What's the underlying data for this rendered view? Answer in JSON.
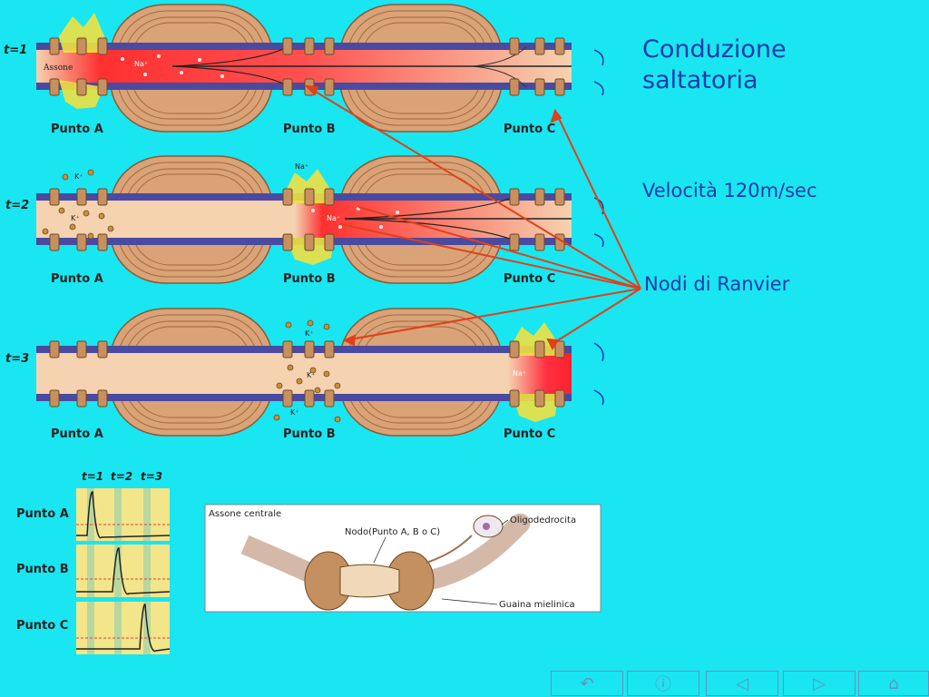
{
  "slide": {
    "title_line1": "Conduzione",
    "title_line2": "saltatoria",
    "velocity": "Velocità 120m/sec",
    "nodes_label": "Nodi di Ranvier"
  },
  "panels": [
    {
      "time": "t=1",
      "labels": [
        "Punto A",
        "Punto B",
        "Punto C"
      ],
      "axon_label": "Assone",
      "ion": "Na⁺"
    },
    {
      "time": "t=2",
      "labels": [
        "Punto A",
        "Punto B",
        "Punto C"
      ],
      "ion": "Na⁺",
      "k_ion": "K⁺"
    },
    {
      "time": "t=3",
      "labels": [
        "Punto A",
        "Punto B",
        "Punto C"
      ],
      "ion": "Na⁺",
      "k_ion": "K⁺"
    }
  ],
  "traces": {
    "time_labels": [
      "t=1",
      "t=2",
      "t=3"
    ],
    "row_labels": [
      "Punto A",
      "Punto B",
      "Punto C"
    ]
  },
  "inset": {
    "central_axon": "Assone centrale",
    "node": "Nodo(Punto A, B o C)",
    "oligo": "Oligodedrocita",
    "sheath": "Guaina mielinica"
  },
  "nav": {
    "back": "↶",
    "info": "ⓘ",
    "prev": "◁",
    "next": "▷",
    "home": "⌂"
  }
}
